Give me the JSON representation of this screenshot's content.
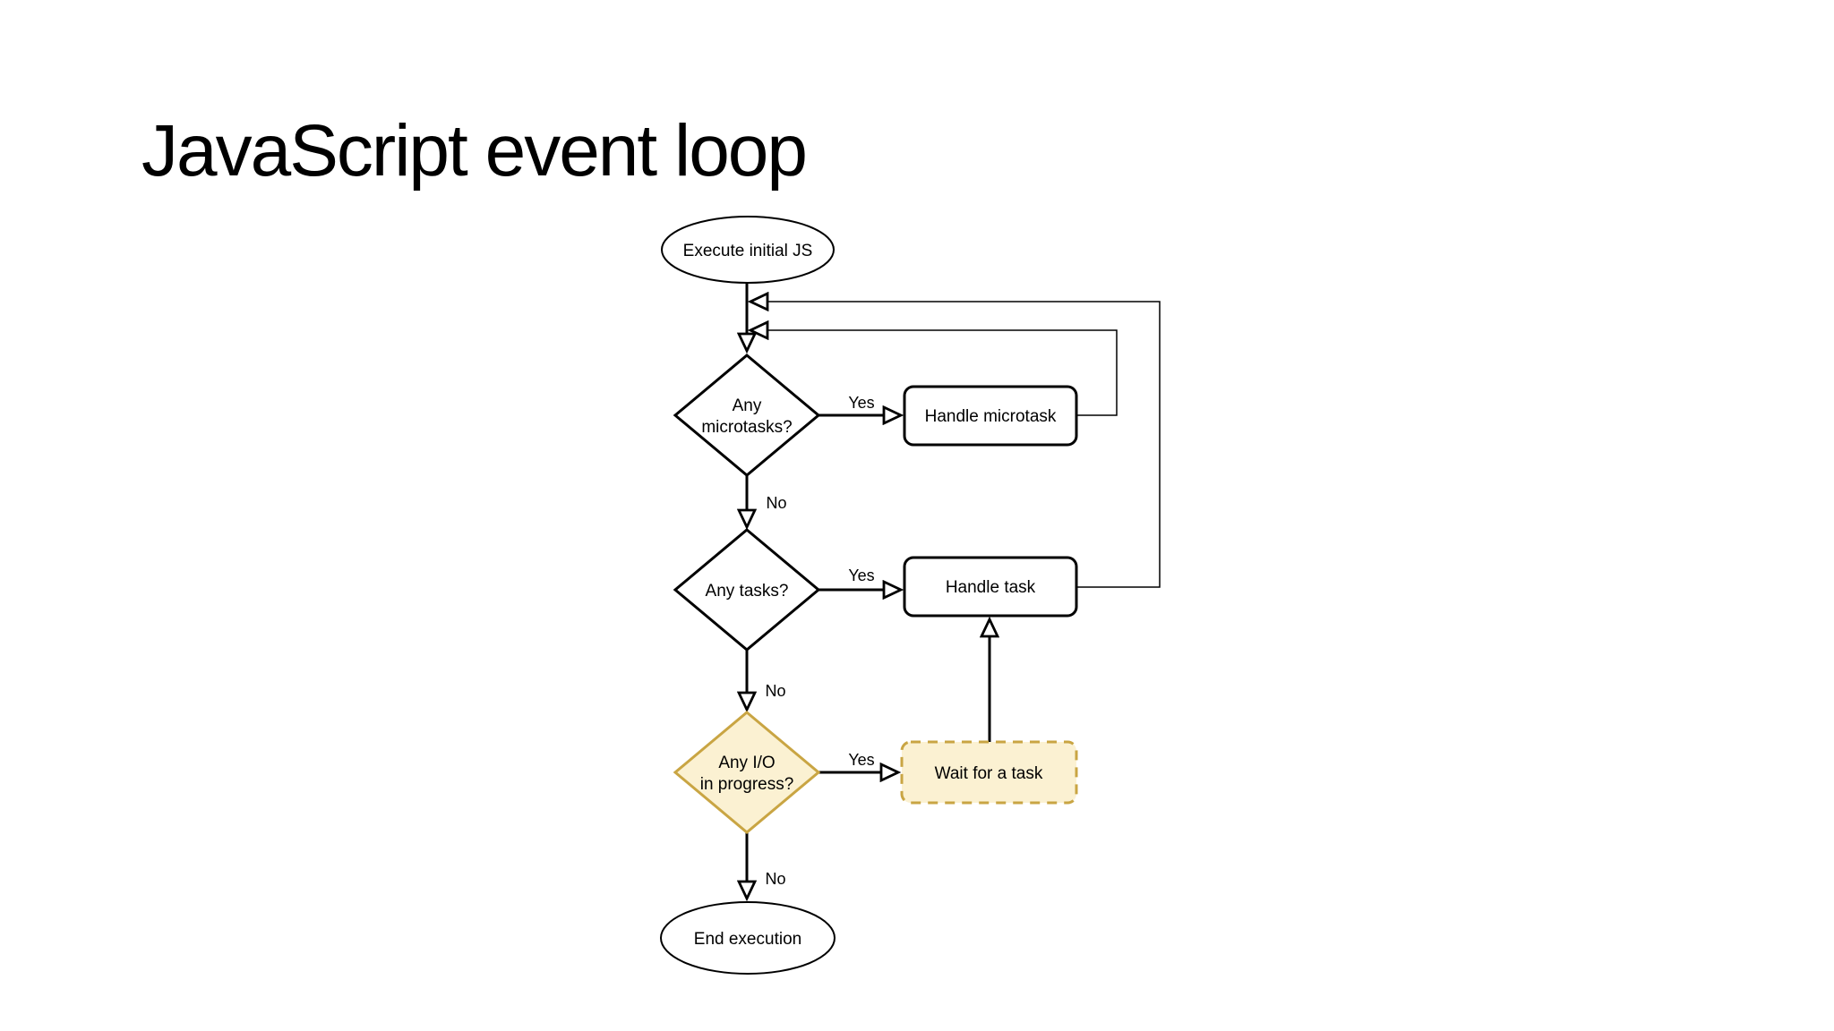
{
  "slide": {
    "title": "JavaScript event loop",
    "background": "#ffffff"
  },
  "colors": {
    "line": "#000000",
    "node_fill": "#ffffff",
    "accent_fill": "#FBF1D2",
    "accent_stroke": "#C9A543",
    "text": "#000000"
  },
  "nodes": {
    "start": {
      "label": "Execute initial JS"
    },
    "microtasks_decision": {
      "line1": "Any",
      "line2": "microtasks?"
    },
    "handle_microtask": {
      "label": "Handle microtask"
    },
    "tasks_decision": {
      "label": "Any tasks?"
    },
    "handle_task": {
      "label": "Handle task"
    },
    "io_decision": {
      "line1": "Any I/O",
      "line2": "in progress?"
    },
    "wait_for_task": {
      "label": "Wait for a task"
    },
    "end": {
      "label": "End execution"
    }
  },
  "edge_labels": {
    "microtasks_yes": "Yes",
    "microtasks_no": "No",
    "tasks_yes": "Yes",
    "tasks_no": "No",
    "io_yes": "Yes",
    "io_no": "No"
  }
}
